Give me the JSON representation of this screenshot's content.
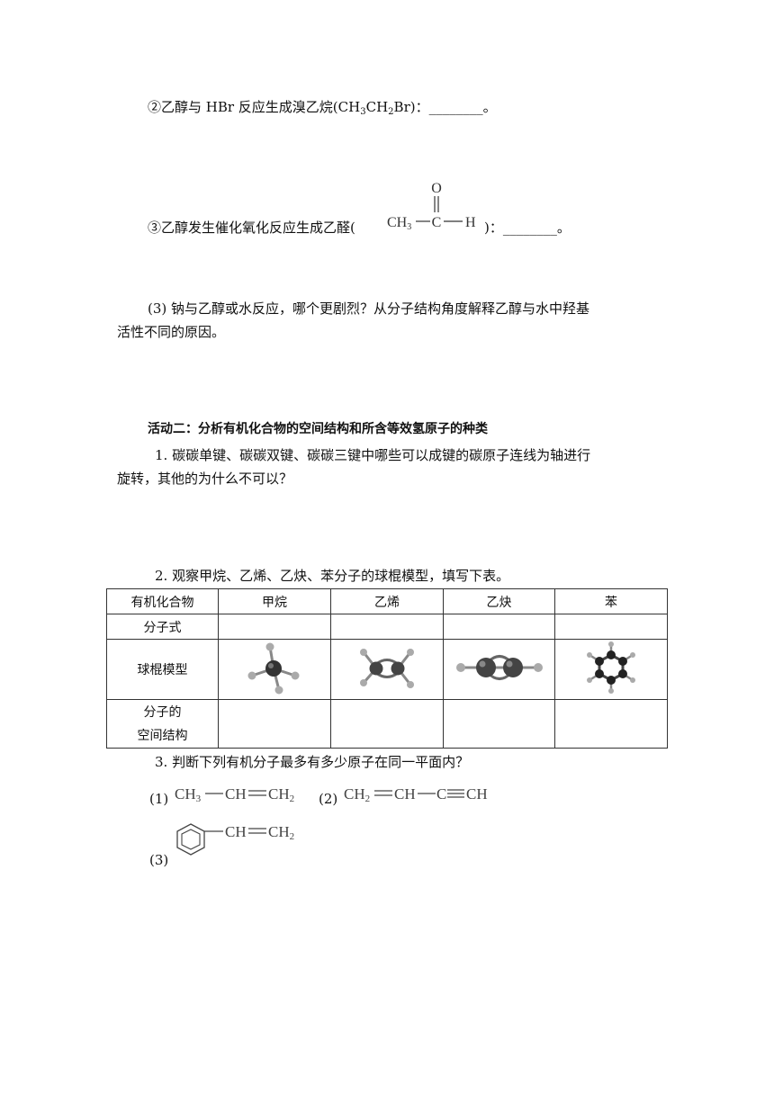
{
  "q2_item2": {
    "prefix": "②乙醇与 HBr 反应生成溴乙烷(CH",
    "sub1": "3",
    "mid": "CH",
    "sub2": "2",
    "suffix": "Br)：________。"
  },
  "q2_item3": {
    "prefix": "③乙醇发生催化氧化反应生成乙醛(",
    "suffix": ")：________。",
    "formula": {
      "o": "O",
      "ch": "CH",
      "ch_sub": "3",
      "c": "C",
      "h": "H"
    }
  },
  "q3": {
    "line1": "(3)  钠与乙醇或水反应，哪个更剧烈？从分子结构角度解释乙醇与水中羟基",
    "line2": "活性不同的原因。"
  },
  "activity2": {
    "title": "活动二：分析有机化合物的空间结构和所含等效氢原子的种类",
    "q1_line1": "1.  碳碳单键、碳碳双键、碳碳三键中哪些可以成键的碳原子连线为轴进行",
    "q1_line2": "旋转，其他的为什么不可以？",
    "q2": "2.  观察甲烷、乙烯、乙炔、苯分子的球棍模型，填写下表。",
    "q3": "3.  判断下列有机分子最多有多少原子在同一平面内？"
  },
  "table": {
    "headers": [
      "有机化合物",
      "甲烷",
      "乙烯",
      "乙炔",
      "苯"
    ],
    "row_formula": "分子式",
    "row_model": "球棍模型",
    "row_structure_1": "分子的",
    "row_structure_2": "空间结构"
  },
  "molecules": {
    "m1_label": "(1)",
    "m1": {
      "a": "CH",
      "a_sub": "3",
      "b": "CH",
      "c": "CH",
      "c_sub": "2"
    },
    "m2_label": "(2)",
    "m2": {
      "a": "CH",
      "a_sub": "2",
      "b": "CH",
      "c": "C",
      "d": "CH"
    },
    "m3_label": "(3)",
    "m3": {
      "a": "CH",
      "b": "CH",
      "b_sub": "2"
    }
  }
}
